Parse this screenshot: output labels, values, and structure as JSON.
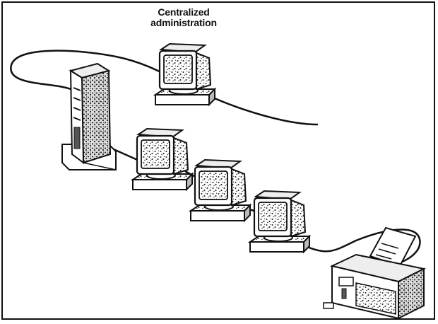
{
  "diagram": {
    "label_line1": "Centralized",
    "label_line2": "administration",
    "nodes": [
      {
        "id": "admin-workstation",
        "icon": "monitor-icon"
      },
      {
        "id": "server",
        "icon": "server-tower-icon"
      },
      {
        "id": "workstation-1",
        "icon": "monitor-icon"
      },
      {
        "id": "workstation-2",
        "icon": "monitor-icon"
      },
      {
        "id": "workstation-3",
        "icon": "monitor-icon"
      },
      {
        "id": "printer",
        "icon": "printer-icon"
      }
    ],
    "colors": {
      "ink": "#111111",
      "paper": "#ffffff",
      "shade": "#555555"
    }
  }
}
